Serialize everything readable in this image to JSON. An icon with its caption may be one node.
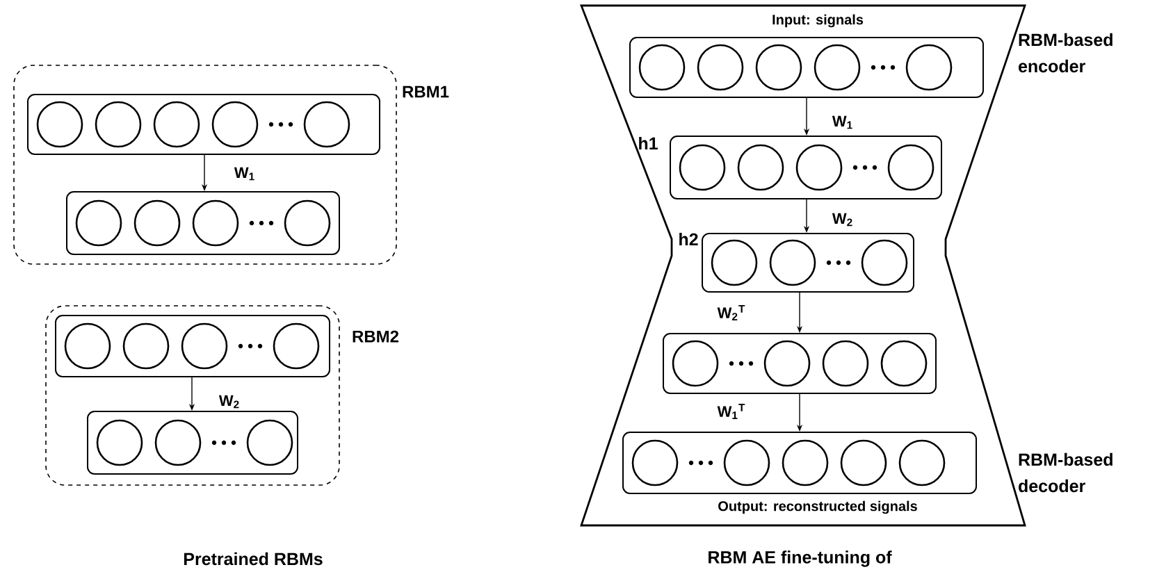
{
  "diagram": {
    "nodes": [
      {
        "text": [
          "RBM1"
        ]
      },
      {
        "text": [],
        "shape": "box",
        "in": 0
      },
      {
        "text": [],
        "shape": "box",
        "in": 0
      },
      {
        "text": [
          "RBM2"
        ]
      },
      {
        "text": [],
        "shape": "box",
        "in": 3
      },
      {
        "text": [],
        "shape": "box",
        "in": 3
      },
      {
        "text": [
          "Input: signals",
          "Output: reconstructed signals"
        ],
        "beside": [
          "RBM-based encoder",
          "RBM-based decoder"
        ]
      },
      {
        "text": [],
        "shape": "box",
        "in": 6
      },
      {
        "text": [],
        "shape": "box",
        "in": 6,
        "beside": [
          "h1"
        ]
      },
      {
        "text": [],
        "shape": "box",
        "in": 6,
        "beside": [
          "h2"
        ]
      },
      {
        "text": [],
        "shape": "box",
        "in": 6
      },
      {
        "text": [],
        "shape": "box",
        "in": 6
      }
    ],
    "edges": [
      {
        "from": 1,
        "to": 2,
        "arrow": "to",
        "label": "W$_{1}$"
      },
      {
        "from": 4,
        "to": 5,
        "arrow": "to",
        "label": "W$_{2}$"
      },
      {
        "from": 7,
        "to": 8,
        "arrow": "to",
        "label": "W$_{1}$"
      },
      {
        "from": 8,
        "to": 9,
        "arrow": "to",
        "label": "W$_{2}$"
      },
      {
        "from": 9,
        "to": 10,
        "arrow": "to",
        "label": "W$_{2}$$^{T}$"
      },
      {
        "from": 10,
        "to": 11,
        "arrow": "to",
        "label": "W$_{1}$$^{T}$"
      }
    ],
    "labels": [
      "Pretrained RBMs",
      "RBM AE fine-tuning of"
    ]
  }
}
